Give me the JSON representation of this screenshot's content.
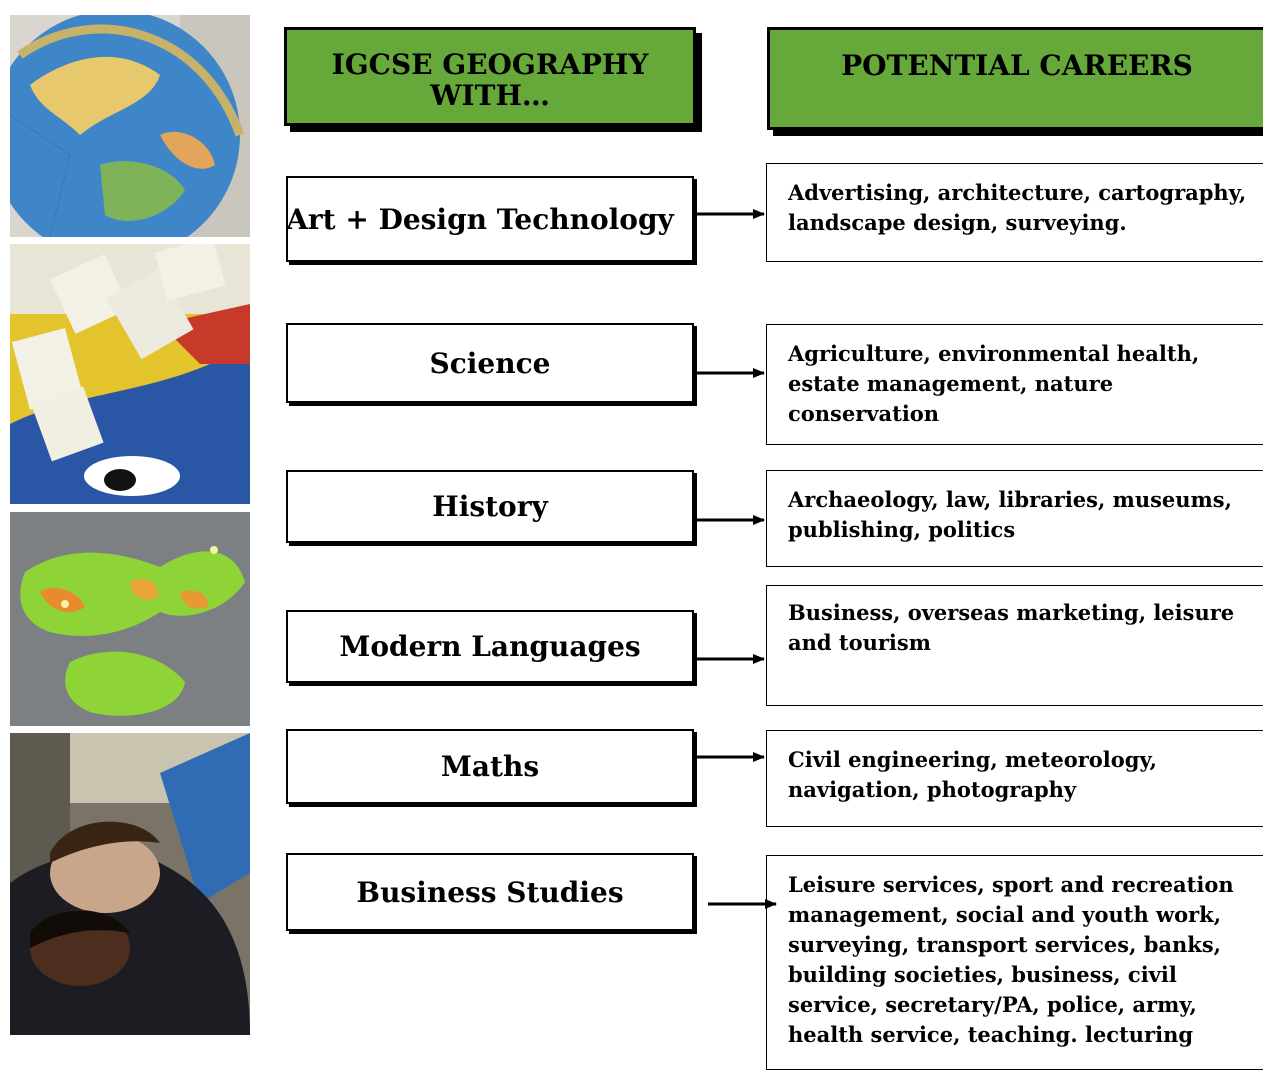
{
  "headers": {
    "left": "IGCSE GEOGRAPHY WITH…",
    "right": "POTENTIAL CAREERS"
  },
  "photos": [
    {
      "subject": "globe"
    },
    {
      "subject": "wall-display"
    },
    {
      "subject": "map"
    },
    {
      "subject": "students-reading"
    }
  ],
  "rows": [
    {
      "subject": "Art + Design Technology",
      "careers": "Advertising, architecture, cartography, landscape design, surveying."
    },
    {
      "subject": "Science",
      "careers": "Agriculture, environmental health, estate management, nature conservation"
    },
    {
      "subject": "History",
      "careers": "Archaeology, law, libraries, museums, publishing, politics"
    },
    {
      "subject": "Modern Languages",
      "careers": "Business, overseas marketing, leisure and tourism"
    },
    {
      "subject": "Maths",
      "careers": "Civil engineering, meteorology, navigation, photography"
    },
    {
      "subject": "Business Studies",
      "careers": "Leisure services, sport and recreation management, social and youth work, surveying, transport services, banks, building societies, business, civil service, secretary/PA, police, army, health service, teaching. lecturing"
    }
  ],
  "colors": {
    "header_fill": "#66a83a",
    "border": "#000000"
  }
}
